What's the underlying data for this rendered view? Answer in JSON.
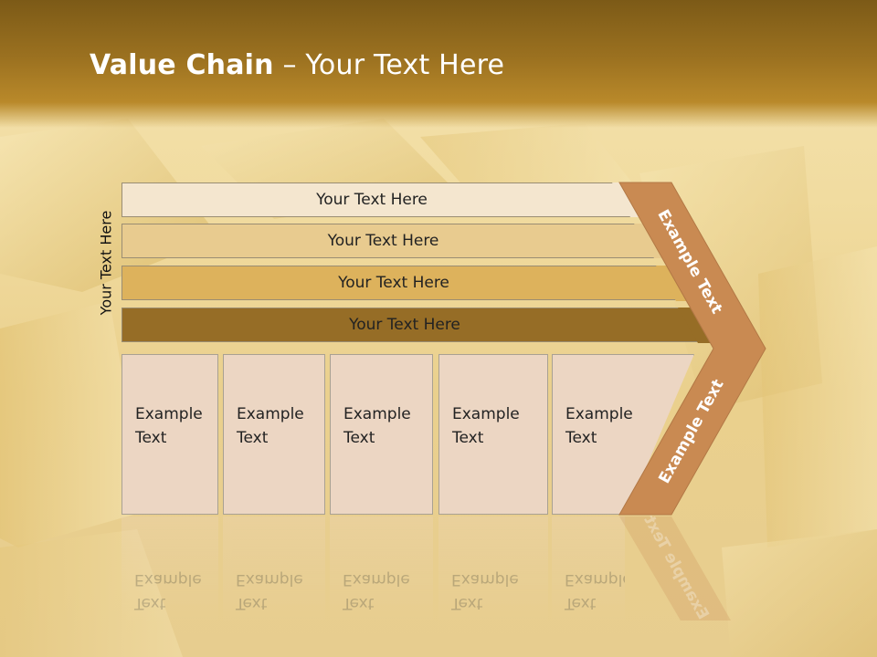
{
  "slide": {
    "title_bold": "Value Chain",
    "title_rest": " – Your Text Here",
    "vertical_label": "Your Text Here",
    "bars": [
      {
        "label": "Your Text Here",
        "color": "#f4e6cf"
      },
      {
        "label": "Your Text Here",
        "color": "#e8cb8f"
      },
      {
        "label": "Your Text Here",
        "color": "#ddb25c"
      },
      {
        "label": "Your Text Here",
        "color": "#966d26"
      }
    ],
    "boxes": [
      {
        "line1": "Example",
        "line2": "Text"
      },
      {
        "line1": "Example",
        "line2": "Text"
      },
      {
        "line1": "Example",
        "line2": "Text"
      },
      {
        "line1": "Example",
        "line2": "Text"
      },
      {
        "line1": "Example",
        "line2": "Text"
      }
    ],
    "chevron": {
      "upper_text": "Example Text",
      "lower_text": "Example Text",
      "fill": "#c98a52"
    }
  }
}
